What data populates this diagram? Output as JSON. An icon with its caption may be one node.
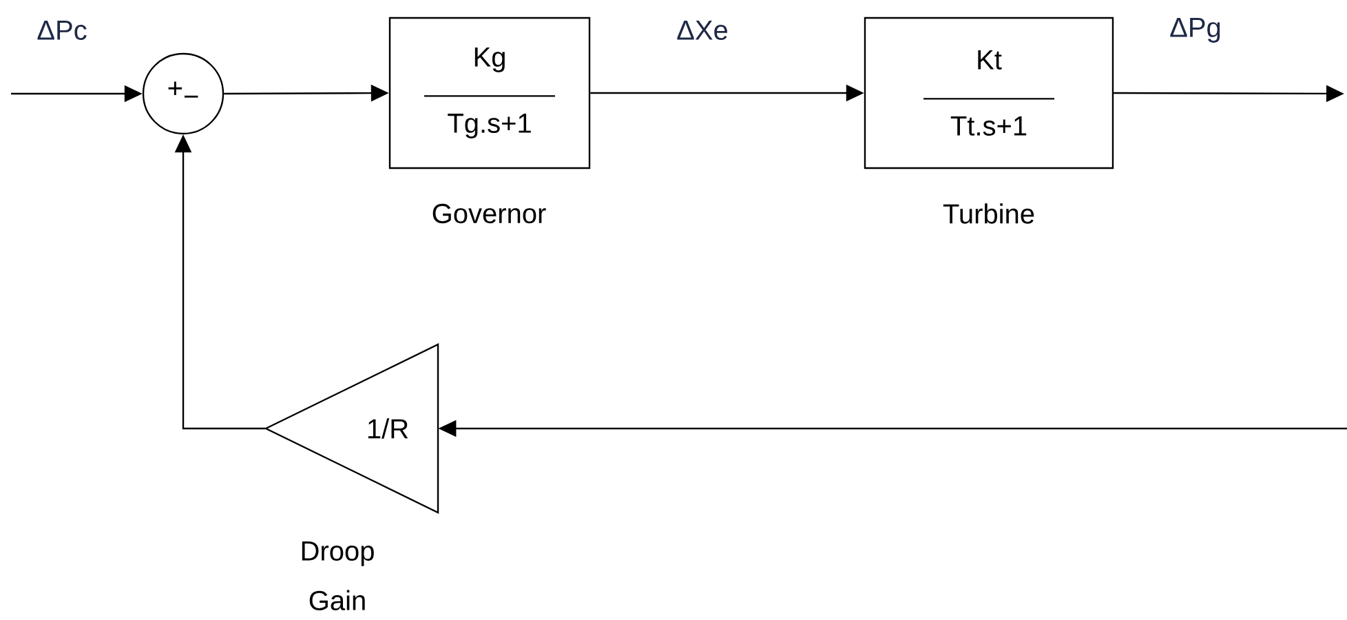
{
  "diagram": {
    "nodes": [
      {
        "text": [
          "+",
          "−"
        ]
      },
      {
        "text": [
          "Kg",
          "Tg.s+1"
        ],
        "beside": [
          "Governor"
        ]
      },
      {
        "text": [
          "Kt",
          "Tt.s+1"
        ],
        "beside": [
          "Turbine"
        ]
      },
      {
        "text": [
          "1/R"
        ],
        "beside": [
          "Droop Gain"
        ]
      }
    ],
    "edges": [
      {
        "from": null,
        "to": 0,
        "arrow": "to",
        "label": "ΔPc"
      },
      {
        "from": 0,
        "to": 1,
        "arrow": "to"
      },
      {
        "from": 1,
        "to": 2,
        "arrow": "to",
        "label": "ΔXe"
      },
      {
        "from": 2,
        "to": null,
        "arrow": "to",
        "label": "ΔPg"
      },
      {
        "from": null,
        "to": 3,
        "arrow": "to"
      },
      {
        "from": 3,
        "to": 0,
        "arrow": "to"
      }
    ]
  }
}
